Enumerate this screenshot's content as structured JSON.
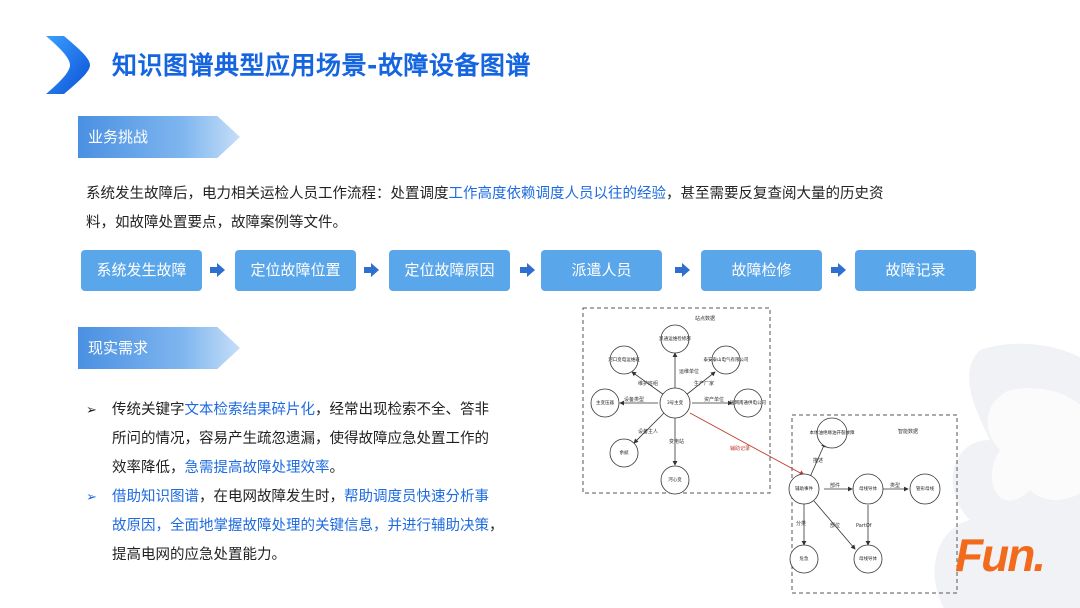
{
  "title": "知识图谱典型应用场景-故障设备图谱",
  "section1": {
    "tag": "业务挑战",
    "intro": {
      "part1": "系统发生故障后，电力相关运检人员工作流程：处置调度",
      "highlight": "工作高度依赖调度人员以往的经验",
      "part2": "，甚至需要反复查阅大量的历史资",
      "part3": "料，如故障处置要点，故障案例等文件。"
    },
    "flow": [
      "系统发生故障",
      "定位故障位置",
      "定位故障原因",
      "派遣人员",
      "故障检修",
      "故障记录"
    ]
  },
  "section2": {
    "tag": "现实需求",
    "bullet1": {
      "mark": "➢",
      "a": "传统关键字",
      "b": "文本检索结果碎片化",
      "c": "，经常出现检索不全、答非",
      "d": "所问的情况，容易产生疏忽遗漏，使得故障应急处置工作的",
      "e": "效率降低，",
      "f": "急需提高故障处理效率",
      "g": "。"
    },
    "bullet2": {
      "mark": "➢",
      "a": "借助知识图谱",
      "b": "，在电网故障发生时，",
      "c": "帮助调度员快速分析事",
      "d": "故原因，全面地掌握故障处理的关键信息，并进行辅助决策",
      "e": "，",
      "f": "提高电网的应急处置能力。"
    }
  },
  "graph": {
    "left_box_label": "站点数据",
    "right_box_label": "智能数据",
    "nodes": {
      "n_top": "凯通运维检修部",
      "n_tl": "河口变电运维班",
      "n_tr": "泰安泰山电气有限公司",
      "n_left": "主变压器",
      "n_center": "3号主变",
      "n_right": "国网南通供电公司",
      "n_bl": "余斌",
      "n_bottom": "河心变",
      "n_event": "辅助事件",
      "n_tr2": "本体油绝缘油开裂故障",
      "n_mid": "母线导体",
      "n_right2": "管形母线",
      "n_b1": "危急",
      "n_b2": "母线导体"
    },
    "edges": {
      "e1": "运维单位",
      "e2": "维护班组",
      "e3": "生产厂家",
      "e4": "设备类型",
      "e5": "资产单位",
      "e6": "设备主人",
      "e7": "变电站",
      "e8": "辅助记录",
      "e9": "描述",
      "e10": "部件",
      "e11": "类型",
      "e12": "分类",
      "e13": "部位",
      "e14": "PartOf"
    }
  },
  "brand": "Fun."
}
